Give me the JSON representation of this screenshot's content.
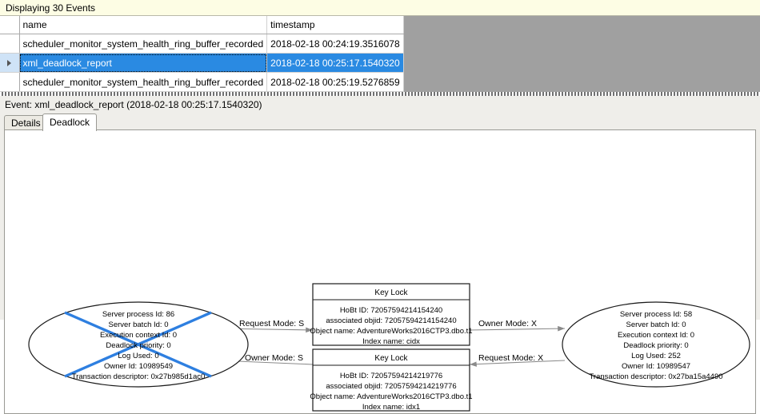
{
  "status": {
    "text": "Displaying 30 Events"
  },
  "grid": {
    "columns": [
      "",
      "name",
      "timestamp"
    ],
    "rows": [
      {
        "selector": "",
        "name": "scheduler_monitor_system_health_ring_buffer_recorded",
        "timestamp": "2018-02-18 00:24:19.3516078",
        "selected": false
      },
      {
        "selector": "▶",
        "name": "xml_deadlock_report",
        "timestamp": "2018-02-18 00:25:17.1540320",
        "selected": true
      },
      {
        "selector": "",
        "name": "scheduler_monitor_system_health_ring_buffer_recorded",
        "timestamp": "2018-02-18 00:25:19.5276859",
        "selected": false
      }
    ]
  },
  "detail": {
    "event_title": "Event: xml_deadlock_report (2018-02-18 00:25:17.1540320)",
    "tabs": [
      {
        "label": "Details",
        "active": false
      },
      {
        "label": "Deadlock",
        "active": true
      }
    ]
  },
  "deadlock_graph": {
    "victim_marker_color": "#2e7fe0",
    "processes": [
      {
        "role": "victim",
        "is_victim": true,
        "lines": [
          "Server process Id: 86",
          "Server batch Id: 0",
          "Execution context Id: 0",
          "Deadlock priority: 0",
          "Log Used: 0",
          "Owner Id: 10989549",
          "Transaction descriptor: 0x27b985d1ac0"
        ]
      },
      {
        "role": "survivor",
        "is_victim": false,
        "lines": [
          "Server process Id: 58",
          "Server batch Id: 0",
          "Execution context Id: 0",
          "Deadlock priority: 0",
          "Log Used: 252",
          "Owner Id: 10989547",
          "Transaction descriptor: 0x27ba15a4490"
        ]
      }
    ],
    "resources": [
      {
        "title": "Key Lock",
        "lines": [
          "HoBt ID: 72057594214154240",
          "associated objid: 72057594214154240",
          "Object name: AdventureWorks2016CTP3.dbo.t1",
          "Index name: cidx"
        ]
      },
      {
        "title": "Key Lock",
        "lines": [
          "HoBt ID: 72057594214219776",
          "associated objid: 72057594214219776",
          "Object name: AdventureWorks2016CTP3.dbo.t1",
          "Index name: idx1"
        ]
      }
    ],
    "edges": [
      {
        "label": "Request Mode: S",
        "from": "victim",
        "to": "resource-1"
      },
      {
        "label": "Owner Mode: X",
        "from": "resource-1",
        "to": "survivor"
      },
      {
        "label": "Owner Mode: S",
        "from": "resource-2",
        "to": "victim"
      },
      {
        "label": "Request Mode: X",
        "from": "survivor",
        "to": "resource-2"
      }
    ]
  }
}
